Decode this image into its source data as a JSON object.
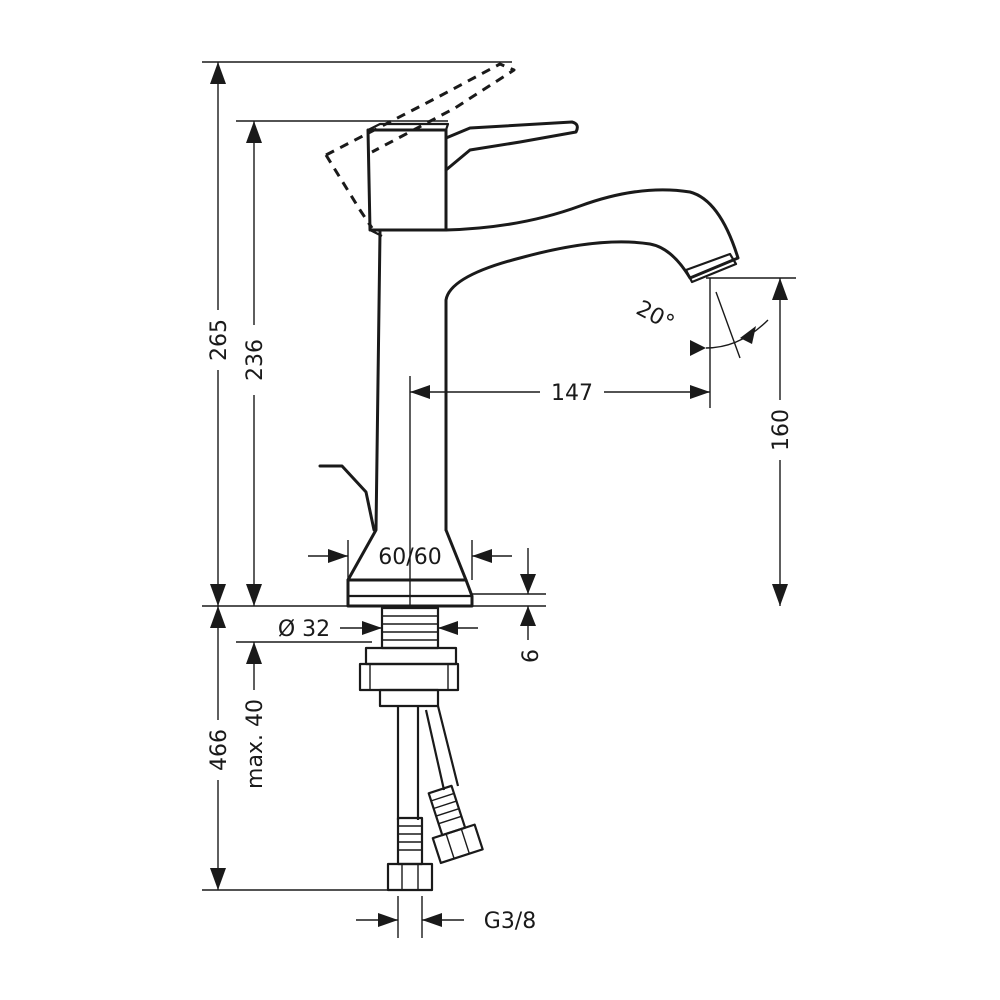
{
  "dimensions": {
    "overall_height": "265",
    "body_height": "236",
    "spout_projection": "147",
    "spout_height": "160",
    "swivel_angle": "20°",
    "base_width": "60/60",
    "base_plate_thickness": "6",
    "tail_diameter": "Ø 32",
    "max_deck_thickness": "max. 40",
    "hose_length": "466",
    "connection_thread": "G3/8"
  }
}
